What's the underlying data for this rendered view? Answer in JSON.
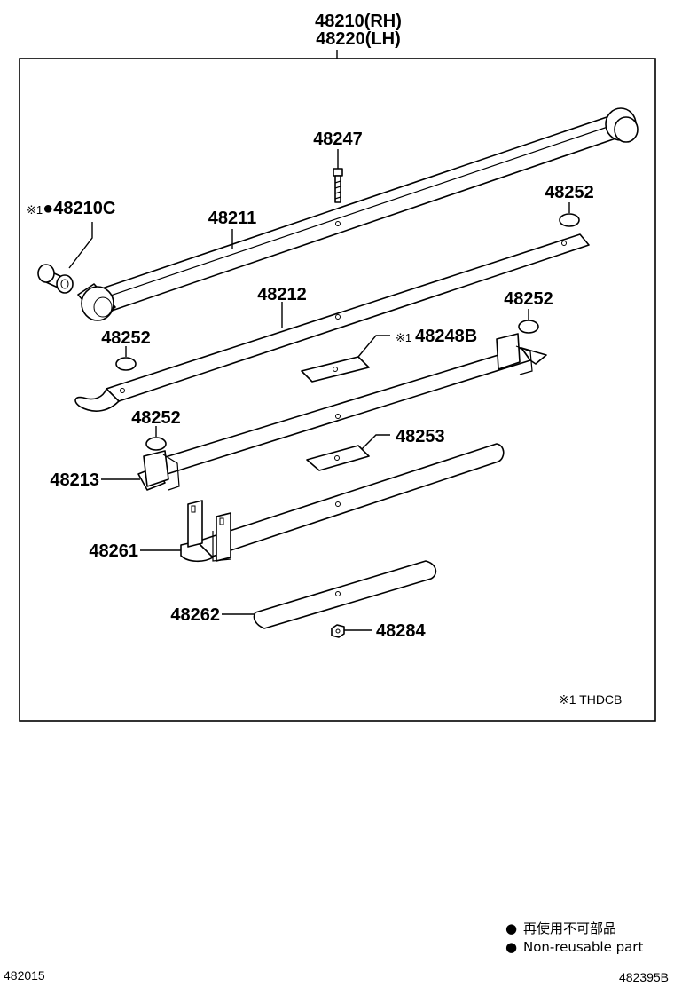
{
  "title": {
    "line1": "48210(RH)",
    "line2": "48220(LH)"
  },
  "labels": {
    "bushing": {
      "mark": "※1",
      "dot": "●",
      "num": "48210C"
    },
    "leaf_1": "48211",
    "bolt": "48247",
    "clip_silencer_1": "48252",
    "leaf_2": "48212",
    "clip_silencer_2": "48252",
    "clip_silencer_3": "48252",
    "clip_silencer_4": "48252",
    "spacer_mark": "※1",
    "spacer": "48248B",
    "insert": "48253",
    "leaf_3": "48213",
    "leaf_4": "48261",
    "leaf_5": "48262",
    "nut": "48284"
  },
  "footnote": "※1  THDCB",
  "legend": {
    "line1_dot": "●",
    "line1": "再使用不可部品",
    "line2_dot": "●",
    "line2": "Non-reusable part"
  },
  "codes": {
    "left": "482015",
    "right": "482395B"
  }
}
